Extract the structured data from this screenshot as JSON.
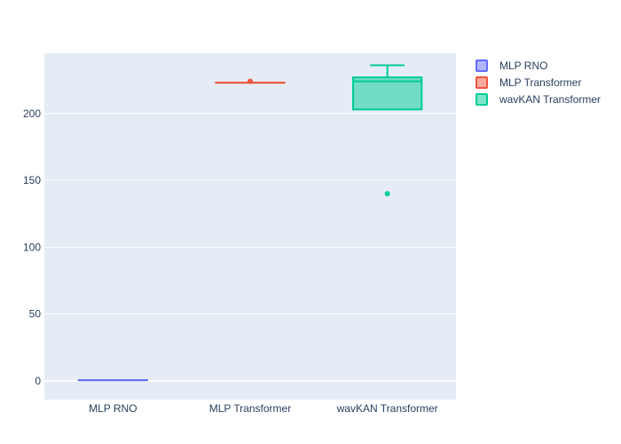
{
  "chart_data": {
    "type": "box",
    "title": "",
    "xlabel": "",
    "ylabel": "",
    "ylim": [
      -14,
      245
    ],
    "yticks": [
      0,
      50,
      100,
      150,
      200
    ],
    "grid": true,
    "legend_position": "right",
    "colors": {
      "plot_background": "#E5ECF6",
      "grid": "#ffffff",
      "text": "#2a3f5f"
    },
    "series": [
      {
        "name": "MLP RNO",
        "category": "MLP RNO",
        "color": "#636EFA",
        "fill": "rgba(99,110,250,0.5)",
        "whisker_low": 0.5,
        "q1": 0.5,
        "median": 0.5,
        "q3": 0.5,
        "whisker_high": 0.5,
        "outliers": []
      },
      {
        "name": "MLP Transformer",
        "category": "MLP Transformer",
        "color": "#EF553B",
        "fill": "rgba(239,85,59,0.5)",
        "whisker_low": 223,
        "q1": 223,
        "median": 223,
        "q3": 223,
        "whisker_high": 223,
        "outliers": [
          224
        ]
      },
      {
        "name": "wavKAN Transformer",
        "category": "wavKAN Transformer",
        "color": "#00CC96",
        "fill": "rgba(0,204,150,0.5)",
        "whisker_low": 203,
        "q1": 203,
        "median": 224,
        "q3": 227,
        "whisker_high": 236,
        "outliers": [
          140
        ]
      }
    ]
  }
}
